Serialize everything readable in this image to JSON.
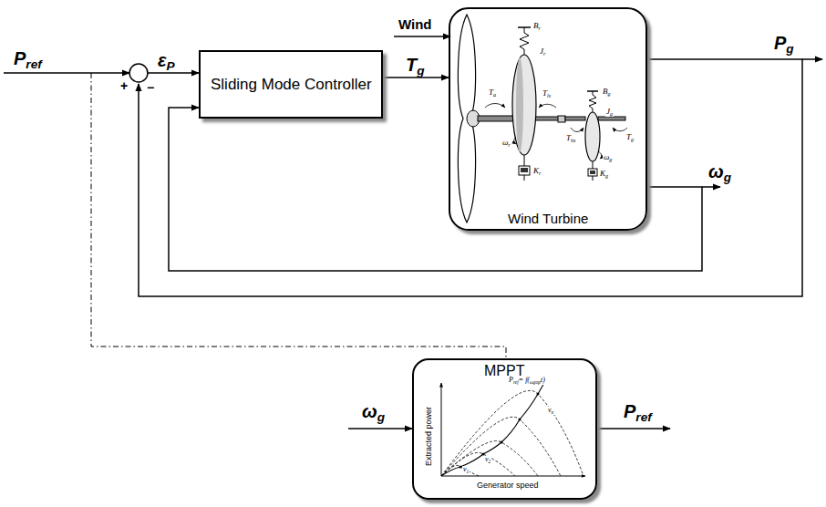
{
  "diagram": {
    "nodes": [
      {
        "text": [
          "Sliding Mode Controller"
        ]
      },
      {
        "text": [
          "Wind Turbine"
        ]
      },
      {
        "text": [
          "MPPT"
        ]
      }
    ],
    "edges": [
      {
        "from": 0,
        "to": 1,
        "arrow": "to",
        "label": "Tg"
      },
      {
        "from": 1,
        "to": 0,
        "arrow": "to",
        "label": "ωg"
      }
    ],
    "labels": [
      "Pref",
      "+",
      "−",
      "εP",
      "Wind",
      "Pg",
      "ωg",
      "Pref",
      "Pref= f(ωgopt)",
      "vn",
      "v2",
      "v1",
      "Extracted power",
      "Generator speed",
      "Br",
      "Jr",
      "Ta",
      "Tls",
      "ωr",
      "Kr",
      "Bg",
      "Jg",
      "Ths",
      "ωg",
      "Kg",
      "Tg"
    ]
  }
}
